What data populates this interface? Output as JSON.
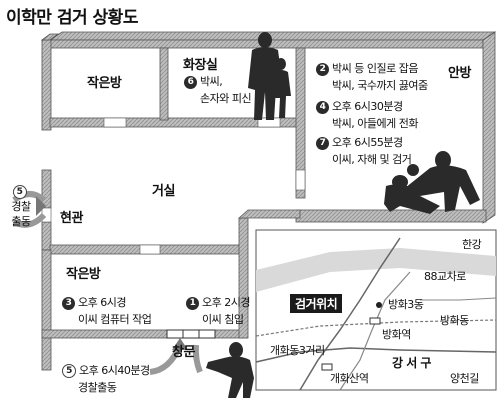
{
  "title": "이학만 검거 상황도",
  "rooms": {
    "small_room_top": "작은방",
    "bathroom": "화장실",
    "main_room": "안방",
    "living_room": "거실",
    "entrance": "현관",
    "small_room_bottom": "작은방",
    "window": "창문"
  },
  "events": [
    {
      "num": "6",
      "lines": [
        "박씨,",
        "손자와 피신"
      ]
    },
    {
      "num": "2",
      "lines": [
        "박씨 등 인질로 잡음",
        "박씨, 국수까지 끓여줌"
      ]
    },
    {
      "num": "4",
      "lines": [
        "오후 6시30분경",
        "박씨, 아들에게 전화"
      ]
    },
    {
      "num": "7",
      "lines": [
        "오후 6시55분경",
        "이씨, 자해 및 검거"
      ]
    },
    {
      "num": "5",
      "lines": [
        "경찰",
        "출동"
      ]
    },
    {
      "num": "3",
      "lines": [
        "오후 6시경",
        "이씨 컴퓨터 작업"
      ]
    },
    {
      "num": "1",
      "lines": [
        "오후 2시경",
        "이씨 침입"
      ]
    },
    {
      "num": "5",
      "lines": [
        "오후 6시40분경",
        "경찰출동"
      ]
    }
  ],
  "map": {
    "highlight": "검거위치",
    "labels": [
      "한강",
      "88교차로",
      "방화3동",
      "방화동",
      "방화역",
      "강 서 구",
      "개화동3거리",
      "개화산역",
      "양천길"
    ]
  }
}
